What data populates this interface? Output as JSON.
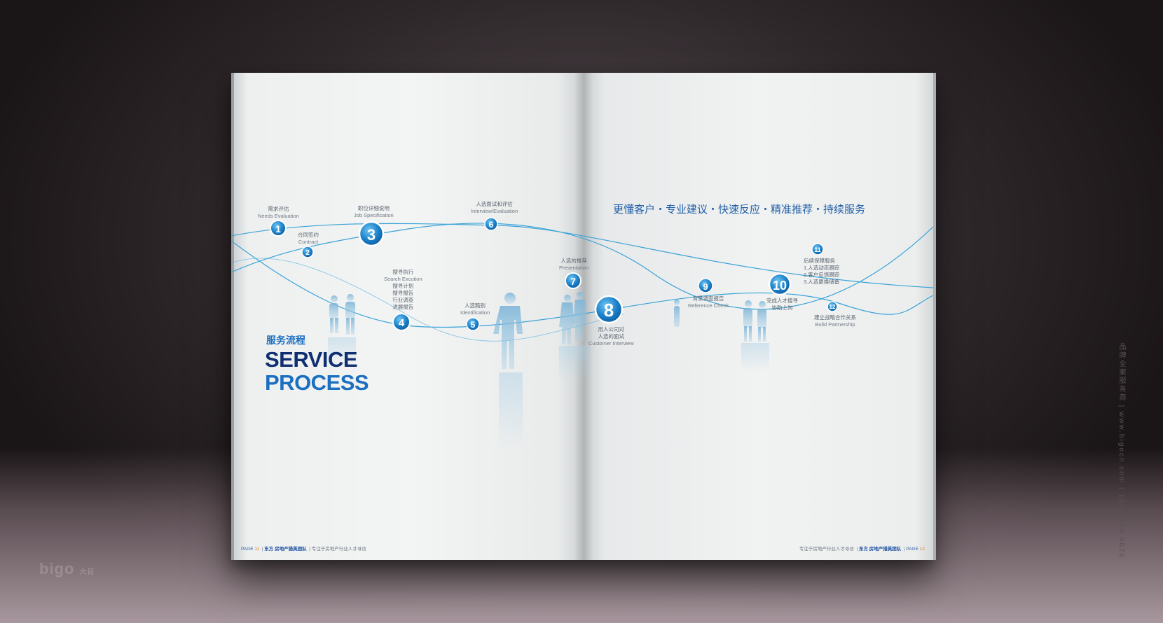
{
  "left_page": {
    "title_cn": "服务流程",
    "title_en_line1": "SERVICE",
    "title_en_line2": "PROCESS",
    "footer": {
      "page_prefix": "PAGE",
      "page_number": "11",
      "brand": "东方 房地产猎英团队",
      "tagline": "专注于房地产行业人才寻访"
    }
  },
  "right_page": {
    "slogan": "更懂客户・专业建议・快速反应・精准推荐・持续服务",
    "footer": {
      "page_prefix": "PAGE",
      "page_number": "12",
      "brand": "东方 房地产猎英团队",
      "tagline": "专注于房地产行业人才寻访"
    }
  },
  "steps": [
    {
      "number": "1",
      "cn": "需求评估",
      "en": "Needs Evaluation"
    },
    {
      "number": "2",
      "cn": "合同签约",
      "en": "Contract"
    },
    {
      "number": "3",
      "cn": "职位详细说明",
      "en": "Job Specification"
    },
    {
      "number": "4",
      "cn": "搜寻执行",
      "en": "Search Excution",
      "extra": [
        "搜寻计划",
        "搜寻报告",
        "行业调查",
        "进展报告"
      ]
    },
    {
      "number": "5",
      "cn": "人选甄别",
      "en": "Identification"
    },
    {
      "number": "6",
      "cn": "人选面试和评估",
      "en": "Interview/Evaluation"
    },
    {
      "number": "7",
      "cn": "人选的推荐",
      "en": "Presentation"
    },
    {
      "number": "8",
      "cn": "用人公司对",
      "cn2": "人选的面试",
      "en": "Customer Interview"
    },
    {
      "number": "9",
      "cn": "背景调查报告",
      "en": "Reference Check"
    },
    {
      "number": "10",
      "cn": "完成人才搜寻",
      "cn2": "协助上岗"
    },
    {
      "number": "11",
      "cn": "后续保障服务",
      "extra": [
        "1.人选动态跟踪",
        "2.客户反馈跟踪",
        "3.人选更换储备"
      ]
    },
    {
      "number": "12",
      "cn": "建立战略合作关系",
      "en": "Build Partnership"
    }
  ],
  "watermarks": {
    "right_vertical": "品牌全案服务商 | www.bigocn.com | 180 0560 4626",
    "left_logo": "bigo",
    "left_logo_small": "大目"
  },
  "colors": {
    "accent_blue": "#1b6fc0",
    "navy": "#0f2f70",
    "line_blue": "#3aa3d8",
    "page": "#f1f2f2"
  }
}
